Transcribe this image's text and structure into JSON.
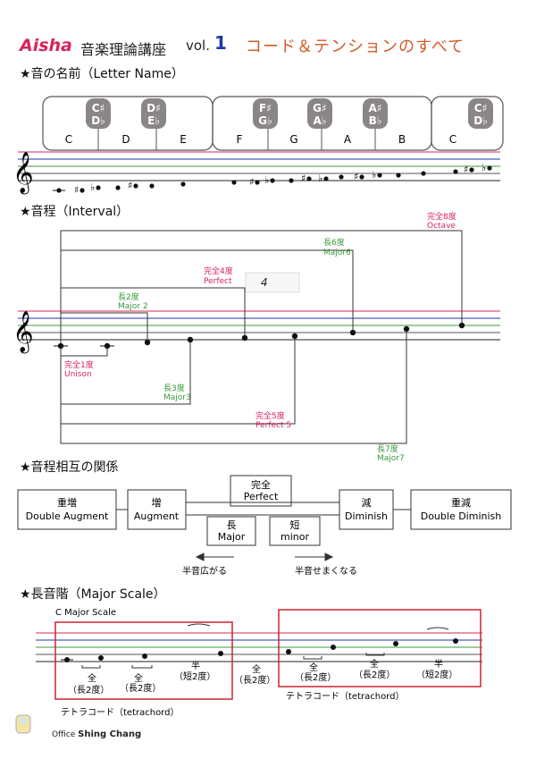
{
  "header": {
    "brand": "Aisha",
    "course": "音楽理論講座",
    "vol_label": "vol.",
    "vol_number": "1",
    "subtitle": "コード＆テンションのすべて"
  },
  "sections": {
    "letter_name": "★音の名前（Letter Name）",
    "interval": "★音程（Interval）",
    "relation": "★音程相互の関係",
    "major_scale": "★長音階（Major Scale）"
  },
  "keyboard": {
    "white_keys": [
      "C",
      "D",
      "E",
      "F",
      "G",
      "A",
      "B",
      "C"
    ],
    "black_keys": [
      {
        "sharp": "C♯",
        "flat": "D♭"
      },
      {
        "sharp": "D♯",
        "flat": "E♭"
      },
      {
        "sharp": "F♯",
        "flat": "G♭"
      },
      {
        "sharp": "G♯",
        "flat": "A♭"
      },
      {
        "sharp": "A♯",
        "flat": "B♭"
      },
      {
        "sharp": "C♯",
        "flat": "D♭"
      }
    ]
  },
  "intervals": {
    "octave": {
      "jp": "完全8度",
      "en": "Octave"
    },
    "major6": {
      "jp": "長6度",
      "en": "Major6"
    },
    "perfect4": {
      "jp": "完全4度",
      "en": "Perfect",
      "handwritten": "4"
    },
    "major2": {
      "jp": "長2度",
      "en": "Major 2"
    },
    "unison": {
      "jp": "完全1度",
      "en": "Unison"
    },
    "major3": {
      "jp": "長3度",
      "en": "Major3"
    },
    "perfect5": {
      "jp": "完全5度",
      "en": "Perfect 5"
    },
    "major7": {
      "jp": "長7度",
      "en": "Major7"
    }
  },
  "relation": {
    "double_augment": {
      "jp": "重増",
      "en": "Double Augment"
    },
    "augment": {
      "jp": "増",
      "en": "Augment"
    },
    "perfect": {
      "jp": "完全",
      "en": "Perfect"
    },
    "major": {
      "jp": "長",
      "en": "Major"
    },
    "minor": {
      "jp": "短",
      "en": "minor"
    },
    "diminish": {
      "jp": "減",
      "en": "Diminish"
    },
    "double_diminish": {
      "jp": "重減",
      "en": "Double Diminish"
    },
    "wider": "半音広がる",
    "narrower": "半音せまくなる"
  },
  "scale": {
    "title": "C Major Scale",
    "steps": [
      {
        "jp": "全",
        "sub": "（長2度）"
      },
      {
        "jp": "全",
        "sub": "（長2度）"
      },
      {
        "jp": "半",
        "sub": "（短2度）"
      },
      {
        "jp": "全",
        "sub": "（長2度）"
      },
      {
        "jp": "全",
        "sub": "（長2度）"
      },
      {
        "jp": "全",
        "sub": "（長2度）"
      },
      {
        "jp": "半",
        "sub": "（短2度）"
      }
    ],
    "tetrachord": "テトラコード（tetrachord）"
  },
  "footer": {
    "office": "Office",
    "name": "Shing Chang"
  },
  "colors": {
    "brand": "#d8245a",
    "accent_blue": "#1a3aa8",
    "subtitle": "#d35a2a",
    "pink": "#d8245a",
    "green": "#3a9a3a",
    "red_box": "#cc2233"
  }
}
